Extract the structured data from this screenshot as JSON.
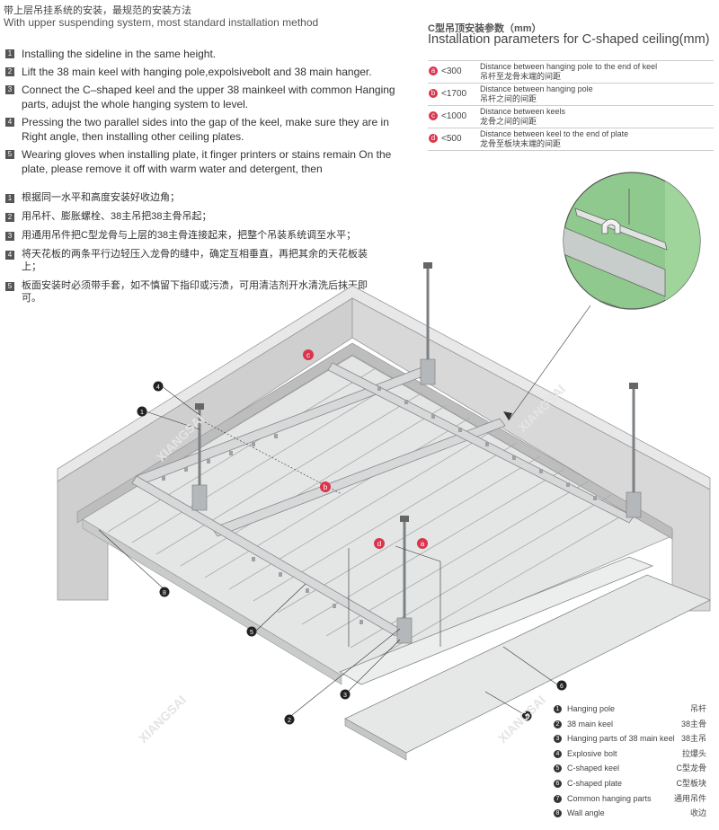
{
  "header": {
    "title_cn": "带上层吊挂系统的安装，最规范的安装方法",
    "title_en": "With upper suspending system, most standard installation method"
  },
  "steps_en": [
    {
      "num": "1",
      "text": "Installing the sideline in the same height."
    },
    {
      "num": "2",
      "text": "Lift the 38 main keel with hanging pole,expolsivebolt and 38 main hanger."
    },
    {
      "num": "3",
      "text": "Connect the C–shaped keel and the upper 38 mainkeel with common Hanging parts, adujst the whole hanging system to level."
    },
    {
      "num": "4",
      "text": "Pressing the two parallel sides into the gap of the keel, make sure they are in Right angle, then installing other ceiling plates."
    },
    {
      "num": "5",
      "text": "Wearing  gloves when installing plate, it finger printers or stains remain On the plate, please remove it off with warm water and detergent, then"
    }
  ],
  "steps_cn": [
    {
      "num": "1",
      "text": "根据同一水平和高度安装好收边角；"
    },
    {
      "num": "2",
      "text": "用吊杆、膨胀螺栓、38主吊把38主骨吊起；"
    },
    {
      "num": "3",
      "text": "用通用吊件把C型龙骨与上层的38主骨连接起来，把整个吊装系统调至水平；"
    },
    {
      "num": "4",
      "text": "将天花板的两条平行边轻压入龙骨的缝中，确定互相垂直，再把其余的天花板装上；"
    },
    {
      "num": "5",
      "text": "板面安装时必须带手套，如不慎留下指印或污渍，可用清洁剂开水清洗后抹干即可。"
    }
  ],
  "params": {
    "title_cn": "C型吊顶安装参数（mm）",
    "title_en": "Installation parameters for C-shaped ceiling(mm)",
    "rows": [
      {
        "key": "a",
        "value": "<300",
        "desc_en": "Distance between hanging pole to the end of keel",
        "desc_cn": "吊杆至龙骨末端的间距"
      },
      {
        "key": "b",
        "value": "<1700",
        "desc_en": "Distance between hanging pole",
        "desc_cn": "吊杆之间的间距"
      },
      {
        "key": "c",
        "value": "<1000",
        "desc_en": "Distance between keels",
        "desc_cn": "龙骨之间的间距"
      },
      {
        "key": "d",
        "value": "<500",
        "desc_en": "Distance between keel to the end of plate",
        "desc_cn": "龙骨至板块末端的间距"
      }
    ]
  },
  "watermark": "XIANGSAI",
  "legend": [
    {
      "num": "1",
      "en": "Hanging pole",
      "cn": "吊杆"
    },
    {
      "num": "2",
      "en": "38 main keel",
      "cn": "38主骨"
    },
    {
      "num": "3",
      "en": "Hanging parts of 38 main keel",
      "cn": "38主吊"
    },
    {
      "num": "4",
      "en": "Explosive bolt",
      "cn": "拉爆头"
    },
    {
      "num": "5",
      "en": "C-shaped keel",
      "cn": "C型龙骨"
    },
    {
      "num": "6",
      "en": "C-shaped plate",
      "cn": "C型板块"
    },
    {
      "num": "7",
      "en": "Common hanging parts",
      "cn": "通用吊件"
    },
    {
      "num": "8",
      "en": "Wall angle",
      "cn": "收边"
    }
  ],
  "diagram_labels": {
    "a": "a",
    "b": "b",
    "c": "c",
    "d": "d",
    "callouts": [
      "1",
      "2",
      "3",
      "4",
      "5",
      "6",
      "7",
      "8"
    ]
  },
  "colors": {
    "accent": "#d9354d",
    "wall": "#d4d4d4",
    "panel": "#e2e4e4",
    "keel": "#c4c6c8",
    "zoom_green": "#8fc98d"
  }
}
